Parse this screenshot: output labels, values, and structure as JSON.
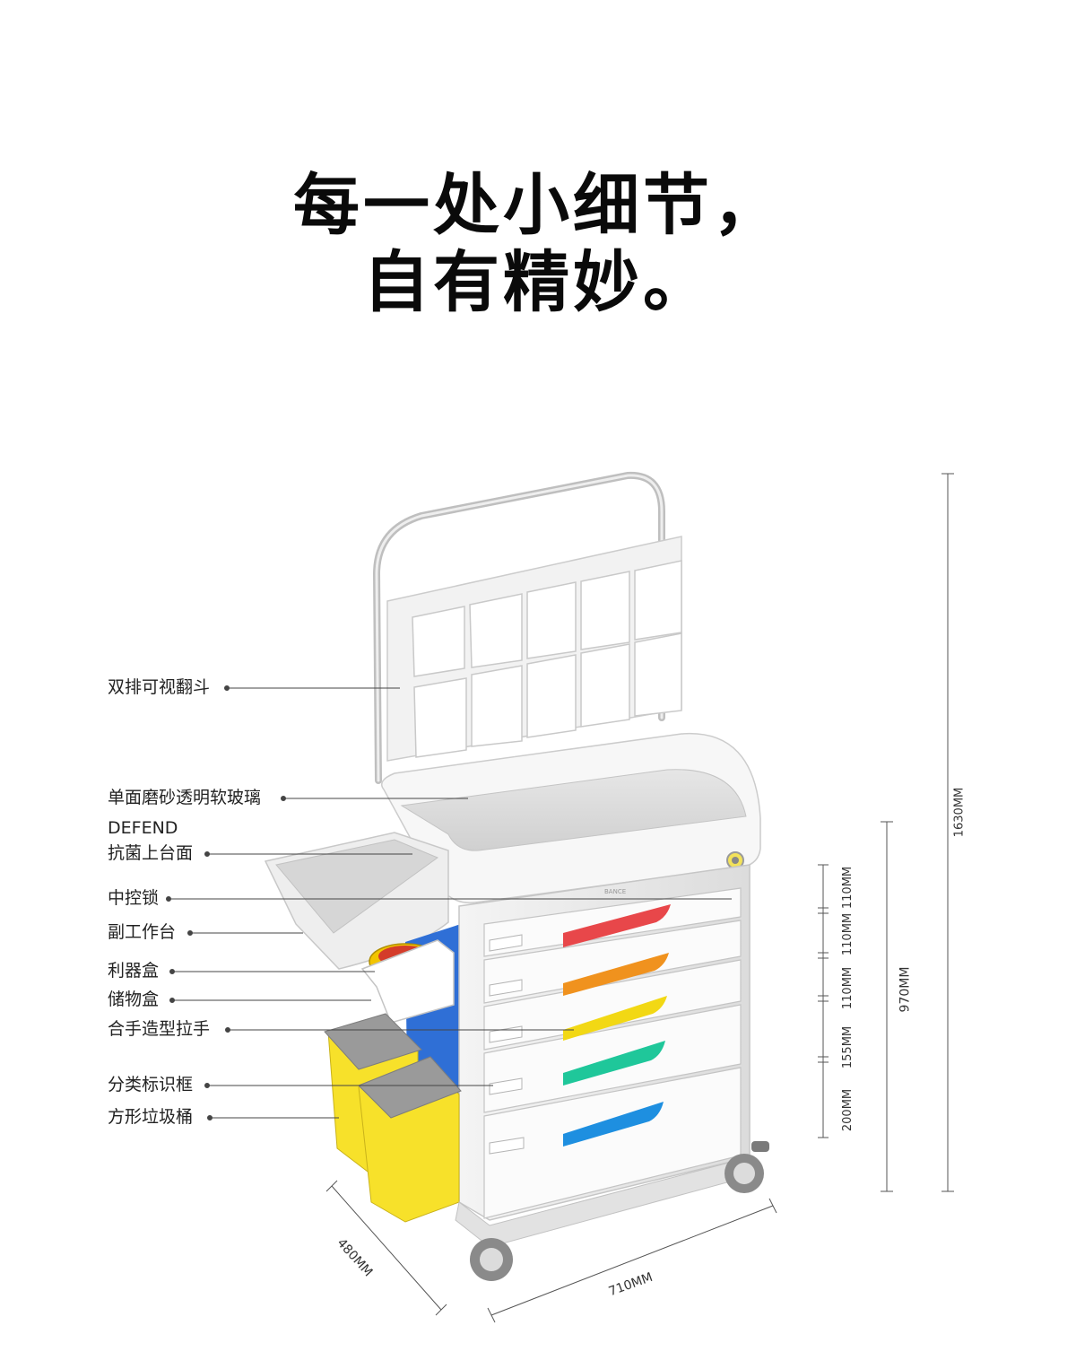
{
  "headline": {
    "line1": "每一处小细节，",
    "line2": "自有精妙。"
  },
  "callouts": [
    {
      "id": "tilt-bins",
      "label": "双排可视翻斗"
    },
    {
      "id": "glass",
      "label": "单面磨砂透明软玻璃"
    },
    {
      "id": "defend",
      "label": "DEFEND"
    },
    {
      "id": "top-surface",
      "label": "抗菌上台面"
    },
    {
      "id": "central-lock",
      "label": "中控锁"
    },
    {
      "id": "side-table",
      "label": "副工作台"
    },
    {
      "id": "sharps-box",
      "label": "利器盒"
    },
    {
      "id": "storage-box",
      "label": "储物盒"
    },
    {
      "id": "handle",
      "label": "合手造型拉手"
    },
    {
      "id": "label-frame",
      "label": "分类标识框"
    },
    {
      "id": "bins",
      "label": "方形垃圾桶"
    }
  ],
  "dimensions": {
    "total_height": "1630MM",
    "body_height": "970MM",
    "drawer_1": "110MM",
    "drawer_2": "110MM",
    "drawer_3": "110MM",
    "drawer_4": "155MM",
    "drawer_5": "200MM",
    "depth": "480MM",
    "width": "710MM"
  },
  "brand_mark": "BANCE",
  "colors": {
    "drawer_red": "#e8474a",
    "drawer_orange": "#f0921e",
    "drawer_yellow": "#f2d814",
    "drawer_green": "#1fc79a",
    "drawer_blue": "#1e8fe0",
    "bin_yellow": "#f7e12a",
    "panel_blue": "#2f6fd6",
    "lid_gray": "#9a9a9a"
  }
}
